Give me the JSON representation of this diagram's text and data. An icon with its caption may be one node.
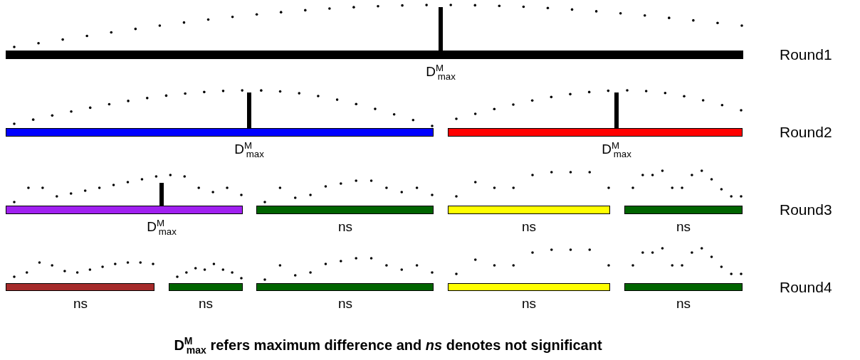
{
  "diagram": {
    "caption": "D$^{M}$$_{max}$ refers maximum difference and *ns* denotes not significant",
    "nodes": [
      {
        "text": [],
        "shape": "bar",
        "beside": [
          "D$^{M}$$_{max}$"
        ]
      },
      {
        "text": [],
        "shape": "bar",
        "beside": [
          "D$^{M}$$_{max}$"
        ]
      },
      {
        "text": [],
        "shape": "bar",
        "beside": [
          "D$^{M}$$_{max}$"
        ]
      },
      {
        "text": [],
        "shape": "bar",
        "beside": [
          "D$^{M}$$_{max}$"
        ]
      },
      {
        "text": [],
        "shape": "bar",
        "beside": [
          "ns"
        ]
      },
      {
        "text": [],
        "shape": "bar",
        "beside": [
          "ns"
        ]
      },
      {
        "text": [],
        "shape": "bar",
        "beside": [
          "ns"
        ]
      },
      {
        "text": [],
        "shape": "bar",
        "beside": [
          "ns"
        ]
      },
      {
        "text": [],
        "shape": "bar",
        "beside": [
          "ns"
        ]
      },
      {
        "text": [],
        "shape": "bar",
        "beside": [
          "ns"
        ]
      },
      {
        "text": [],
        "shape": "bar",
        "beside": [
          "ns"
        ]
      },
      {
        "text": [],
        "shape": "bar",
        "beside": [
          "ns"
        ]
      }
    ],
    "labels": [
      "Round1",
      "Round2",
      "Round3",
      "Round4"
    ]
  }
}
